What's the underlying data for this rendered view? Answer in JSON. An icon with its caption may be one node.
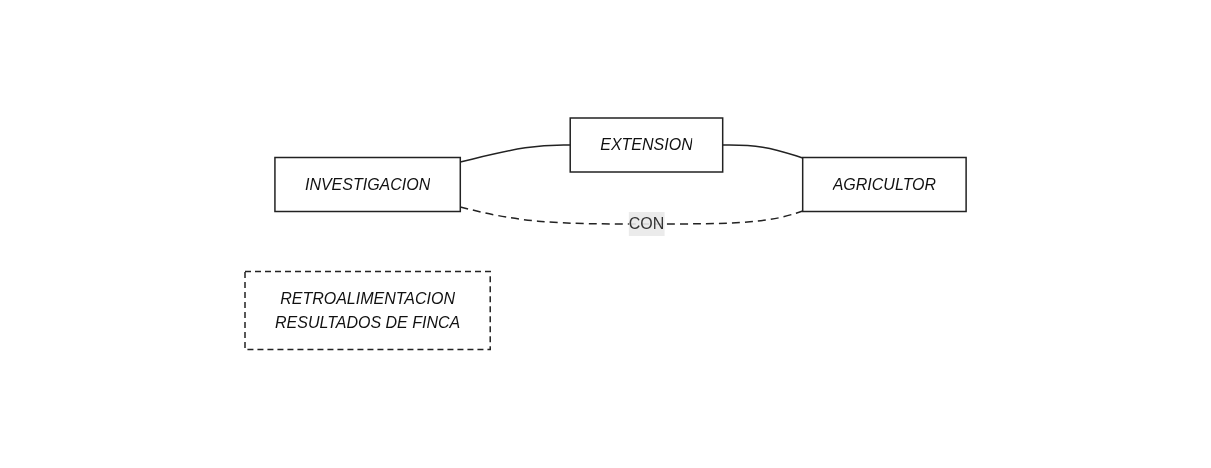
{
  "diagram": {
    "nodes": [
      {
        "text": [
          "INVESTIGACION"
        ]
      },
      {
        "text": [
          "EXTENSION"
        ]
      },
      {
        "text": [
          "AGRICULTOR"
        ]
      },
      {
        "text": [
          "RETROALIMENTACION",
          "RESULTADOS DE FINCA"
        ]
      }
    ],
    "edges": [
      {
        "from": 0,
        "to": 1,
        "arrow": "none"
      },
      {
        "from": 1,
        "to": 2,
        "arrow": "none"
      },
      {
        "from": 0,
        "to": 2,
        "arrow": "none",
        "style": "dashed",
        "label": "CON"
      }
    ]
  }
}
